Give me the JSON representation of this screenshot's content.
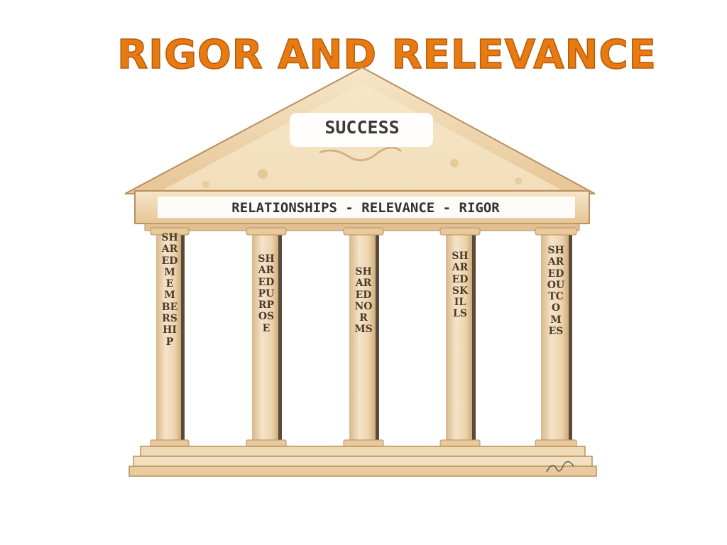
{
  "title": "RIGOR AND RELEVANCE",
  "diagram": {
    "roof_label": "SUCCESS",
    "beam_label": "RELATIONSHIPS - RELEVANCE - RIGOR",
    "pillars": [
      {
        "label": "SHARED MEMBERSHIP"
      },
      {
        "label": "SHARED PURPOSE"
      },
      {
        "label": "SHARED NORMS"
      },
      {
        "label": "SHARED SKILLS"
      },
      {
        "label": "SHARED OUTCOMES"
      }
    ]
  },
  "colors": {
    "title": "#e87a12",
    "stone": "#efd7b3",
    "stone_dark": "#d7ad7a",
    "pillar": "#f0dcbd",
    "shadow": "#7a5a3a"
  }
}
